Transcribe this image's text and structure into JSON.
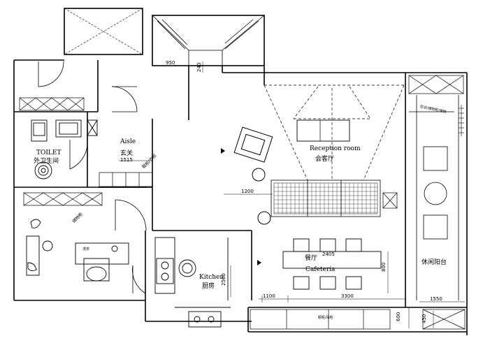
{
  "rooms": {
    "aisle_en": "Aisle",
    "aisle_cn": "玄关",
    "toilet_en": "TOILET",
    "toilet_cn": "外卫生间",
    "reception_en": "Reception room",
    "reception_cn": "会客厅",
    "cafeteria_cn": "餐厅",
    "cafeteria_en": "Cafeteria",
    "kitchen_en": "Kitchen",
    "kitchen_cn": "厨房",
    "balcony_cn": "休闲阳台"
  },
  "dimensions": {
    "d_950": "950",
    "d_240": "240",
    "d_1515": "1515",
    "d_1200": "1200",
    "d_2405": "2405",
    "d_800": "800",
    "d_2500": "2500",
    "d_1100": "1100",
    "d_3300": "3300",
    "d_1550": "1550",
    "d_600": "600",
    "d_450": "450"
  },
  "annotations": {
    "shoe_cabinet": "鞋柜/衣柜",
    "storage_cabinet": "储物柜",
    "wash_basin": "洗衣",
    "balcony_cabinet": "花池/储物柜/储物",
    "kitchen_cabinet": "橱柜/吊柜"
  },
  "colors": {
    "line": "#000000",
    "background": "#ffffff"
  }
}
